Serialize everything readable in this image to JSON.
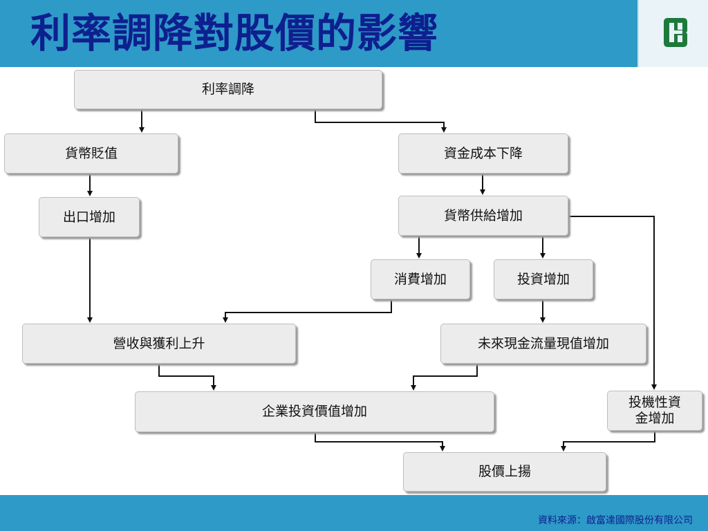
{
  "slide": {
    "title": "利率調降對股價的影響",
    "source": "資料來源：啟富達國際股份有限公司"
  },
  "nodes": {
    "rate_cut": "利率調降",
    "currency_depreciation": "貨幣貶值",
    "capital_cost_down": "資金成本下降",
    "export_increase": "出口增加",
    "money_supply_increase": "貨幣供給增加",
    "consumption_increase": "消費增加",
    "investment_increase": "投資增加",
    "revenue_profit_up": "營收與獲利上升",
    "cashflow_pv_increase": "未來現金流量現值增加",
    "enterprise_value_increase": "企業投資價值增加",
    "speculative_funds_increase": "投機性資金增加",
    "stock_price_rise": "股價上揚"
  },
  "colors": {
    "header_bar": "#2e9ac7",
    "title_text": "#0e1f8f",
    "box_fill": "#ececec",
    "arrow": "#111111",
    "logo": "#1d7a3c"
  },
  "icons": {
    "logo": "fubon-logo-icon"
  }
}
